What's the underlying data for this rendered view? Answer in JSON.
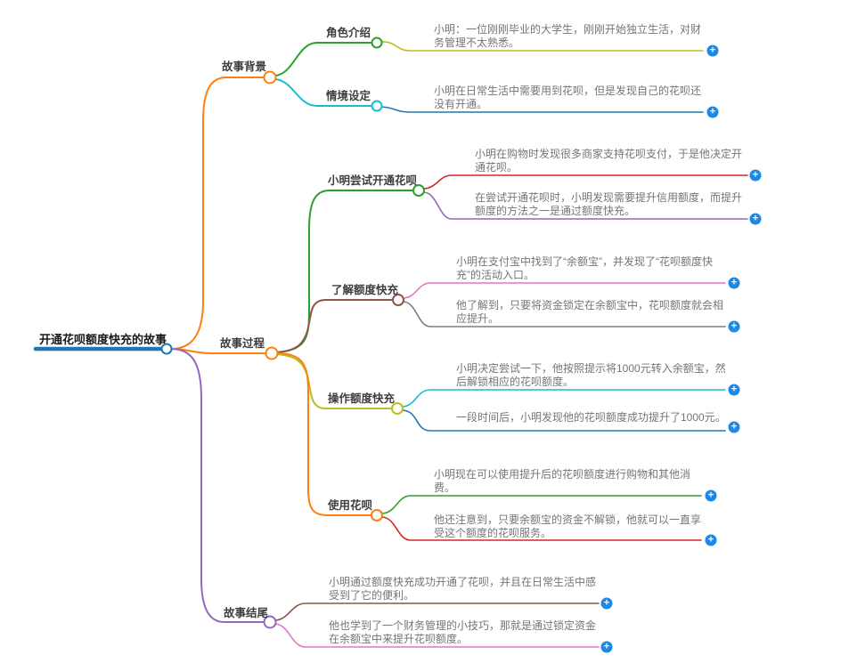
{
  "ui": {
    "expand_glyph": "+",
    "expand_button_color": "#1e88e5",
    "background": "#ffffff"
  },
  "root": {
    "label": "开通花呗额度快充的故事",
    "color": "#1f77b4"
  },
  "branches": [
    {
      "label": "故事背景",
      "color": "#ff7f0e",
      "children": [
        {
          "label": "角色介绍",
          "color": "#2ca02c",
          "leaves": [
            {
              "color": "#bcbd22",
              "lines": [
                "小明：一位刚刚毕业的大学生，刚刚开始独立生活，对财",
                "务管理不太熟悉。"
              ]
            }
          ]
        },
        {
          "label": "情境设定",
          "color": "#17becf",
          "leaves": [
            {
              "color": "#1f77b4",
              "lines": [
                "小明在日常生活中需要用到花呗，但是发现自己的花呗还",
                "没有开通。"
              ]
            }
          ]
        }
      ]
    },
    {
      "label": "故事过程",
      "color": "#ff7f0e",
      "children": [
        {
          "label": "小明尝试开通花呗",
          "color": "#2ca02c",
          "leaves": [
            {
              "color": "#d62728",
              "lines": [
                "小明在购物时发现很多商家支持花呗支付，于是他决定开",
                "通花呗。"
              ]
            },
            {
              "color": "#9467bd",
              "lines": [
                "在尝试开通花呗时，小明发现需要提升信用额度，而提升",
                "额度的方法之一是通过额度快充。"
              ]
            }
          ]
        },
        {
          "label": "了解额度快充",
          "color": "#8c564b",
          "leaves": [
            {
              "color": "#e377c2",
              "lines": [
                "小明在支付宝中找到了“余额宝”，并发现了“花呗额度快",
                "充”的活动入口。"
              ]
            },
            {
              "color": "#7f7f7f",
              "lines": [
                "他了解到，只要将资金锁定在余额宝中，花呗额度就会相",
                "应提升。"
              ]
            }
          ]
        },
        {
          "label": "操作额度快充",
          "color": "#bcbd22",
          "leaves": [
            {
              "color": "#17becf",
              "lines": [
                "小明决定尝试一下，他按照提示将1000元转入余额宝，然",
                "后解锁相应的花呗额度。"
              ]
            },
            {
              "color": "#1f77b4",
              "lines": [
                "一段时间后，小明发现他的花呗额度成功提升了1000元。"
              ]
            }
          ]
        },
        {
          "label": "使用花呗",
          "color": "#ff7f0e",
          "leaves": [
            {
              "color": "#2ca02c",
              "lines": [
                "小明现在可以使用提升后的花呗额度进行购物和其他消",
                "费。"
              ]
            },
            {
              "color": "#d62728",
              "lines": [
                "他还注意到，只要余额宝的资金不解锁，他就可以一直享",
                "受这个额度的花呗服务。"
              ]
            }
          ]
        }
      ]
    },
    {
      "label": "故事结尾",
      "color": "#9467bd",
      "leaves": [
        {
          "color": "#8c564b",
          "lines": [
            "小明通过额度快充成功开通了花呗，并且在日常生活中感",
            "受到了它的便利。"
          ]
        },
        {
          "color": "#e377c2",
          "lines": [
            "他也学到了一个财务管理的小技巧，那就是通过锁定资金",
            "在余额宝中来提升花呗额度。"
          ]
        }
      ]
    }
  ]
}
